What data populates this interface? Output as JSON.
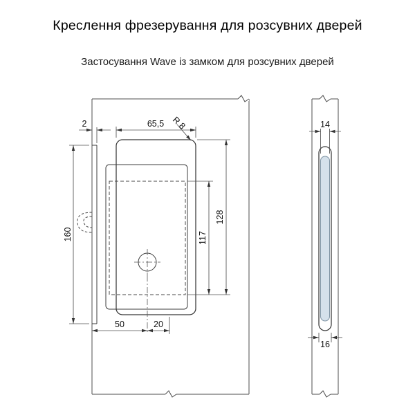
{
  "page": {
    "title": "Креслення фрезерування для розсувних дверей",
    "subtitle": "Застосування Wave із замком для розсувних дверей"
  },
  "drawing": {
    "front_view": {
      "pocket_width": "65,5",
      "corner_radius": "R 8",
      "edge_offset": "2",
      "slot_height": "160",
      "outer_height": "128",
      "inner_height": "117",
      "hole_offset": "50",
      "hole_spacing": "20"
    },
    "side_view": {
      "groove_width_top": "14",
      "groove_width_bottom": "16"
    },
    "colors": {
      "recess_fill": "#d5e1eb",
      "line": "#3c3c3c"
    }
  }
}
